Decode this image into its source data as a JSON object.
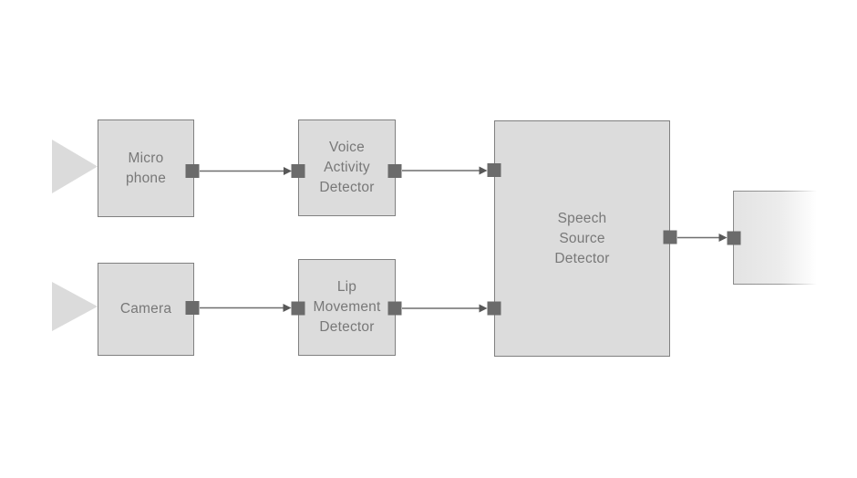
{
  "diagram": {
    "nodes": {
      "microphone": {
        "label": "Micro\nphone"
      },
      "voice_activity_detector": {
        "label": "Voice\nActivity\nDetector"
      },
      "camera": {
        "label": "Camera"
      },
      "lip_movement_detector": {
        "label": "Lip\nMovement\nDetector"
      },
      "speech_source_detector": {
        "label": "Speech\nSource\nDetector"
      },
      "output": {
        "label": ""
      }
    },
    "edges": [
      {
        "from": "microphone",
        "to": "voice_activity_detector"
      },
      {
        "from": "voice_activity_detector",
        "to": "speech_source_detector"
      },
      {
        "from": "camera",
        "to": "lip_movement_detector"
      },
      {
        "from": "lip_movement_detector",
        "to": "speech_source_detector"
      },
      {
        "from": "speech_source_detector",
        "to": "output"
      }
    ],
    "colors": {
      "background": "#ffffff",
      "node_fill": "#dcdcdc",
      "node_border": "#808080",
      "port_fill": "#6b6b6b",
      "arrow": "#6f6f6f",
      "text": "#787878",
      "input_triangle": "#dbdbdb"
    }
  }
}
